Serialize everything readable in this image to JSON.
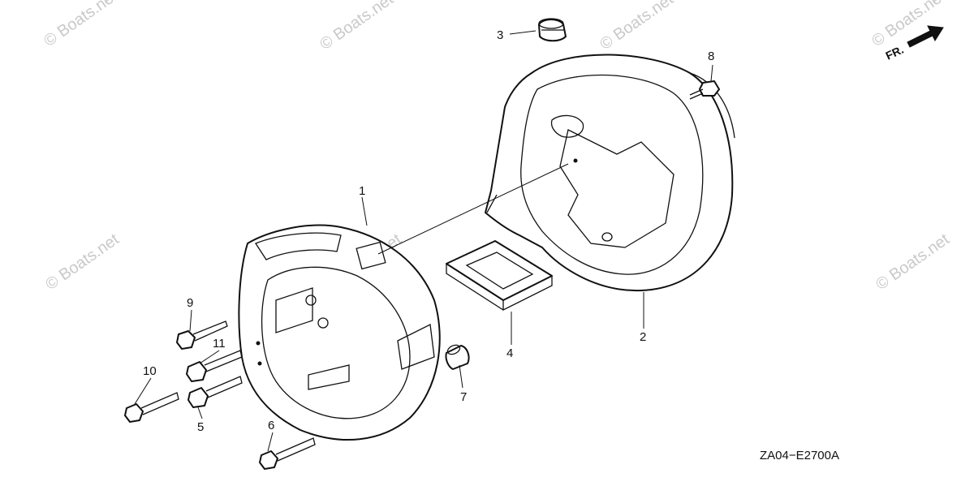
{
  "diagram": {
    "drawing_code": "ZA04−E2700A",
    "direction_label": "FR.",
    "watermark": "© Boats.net",
    "callouts": {
      "c1": "1",
      "c2": "2",
      "c3": "3",
      "c4": "4",
      "c5": "5",
      "c6": "6",
      "c7": "7",
      "c8": "8",
      "c9": "9",
      "c10": "10",
      "c11": "11"
    }
  }
}
